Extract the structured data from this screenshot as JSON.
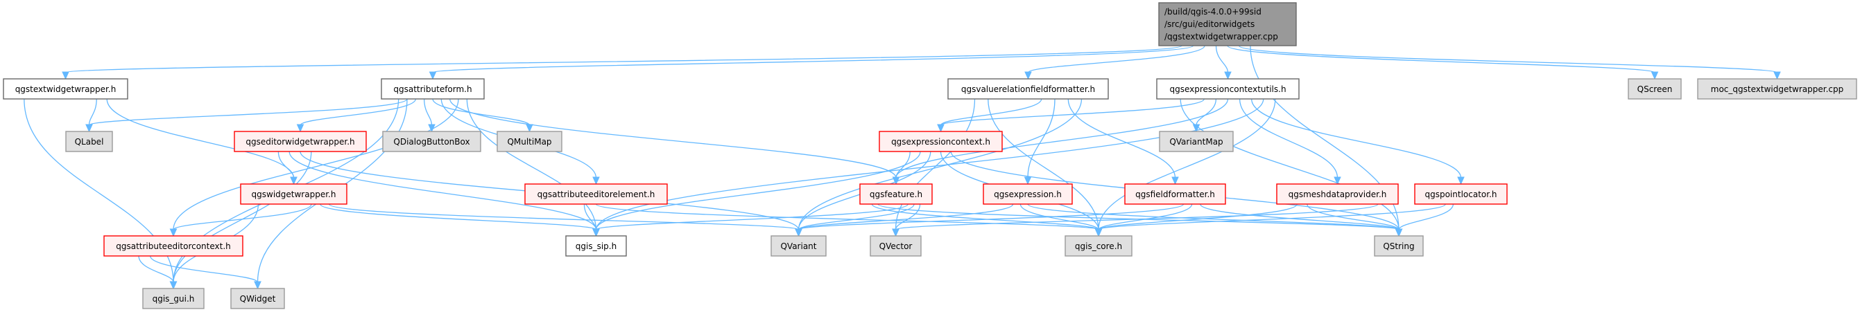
{
  "title": "Include dependency graph for qgstextwidgetwrapper.cpp",
  "colors": {
    "edge": "#63b8ff",
    "root_fill": "#999999",
    "red_border": "#ff0000",
    "red_fill": "#fff0f0",
    "ext_fill": "#e0e0e0",
    "doc_fill": "#ffffff"
  },
  "nodes": {
    "root": {
      "lines": [
        "/build/qgis-4.0.0+99sid",
        "/src/gui/editorwidgets",
        "/qgstextwidgetwrapper.cpp"
      ],
      "kind": "root"
    },
    "qgstextwidgetwrapper_h": {
      "label": "qgstextwidgetwrapper.h",
      "kind": "doc"
    },
    "qgsattributeform_h": {
      "label": "qgsattributeform.h",
      "kind": "doc"
    },
    "qgsvaluerelationfieldformatter_h": {
      "label": "qgsvaluerelationfieldformatter.h",
      "kind": "doc"
    },
    "qgsexpressioncontextutils_h": {
      "label": "qgsexpressioncontextutils.h",
      "kind": "doc"
    },
    "QScreen": {
      "label": "QScreen",
      "kind": "ext"
    },
    "moc_qgstextwidgetwrapper_cpp": {
      "label": "moc_qgstextwidgetwrapper.cpp",
      "kind": "ext"
    },
    "QLabel": {
      "label": "QLabel",
      "kind": "ext"
    },
    "qgseditorwidgetwrapper_h": {
      "label": "qgseditorwidgetwrapper.h",
      "kind": "red"
    },
    "QDialogButtonBox": {
      "label": "QDialogButtonBox",
      "kind": "ext"
    },
    "QMultiMap": {
      "label": "QMultiMap",
      "kind": "ext"
    },
    "qgsexpressioncontext_h": {
      "label": "qgsexpressioncontext.h",
      "kind": "red"
    },
    "QVariantMap": {
      "label": "QVariantMap",
      "kind": "ext"
    },
    "qgswidgetwrapper_h": {
      "label": "qgswidgetwrapper.h",
      "kind": "red"
    },
    "qgsattributeeditorelement_h": {
      "label": "qgsattributeeditorelement.h",
      "kind": "red"
    },
    "qgsfeature_h": {
      "label": "qgsfeature.h",
      "kind": "red"
    },
    "qgsexpression_h": {
      "label": "qgsexpression.h",
      "kind": "red"
    },
    "qgsfieldformatter_h": {
      "label": "qgsfieldformatter.h",
      "kind": "red"
    },
    "qgsmeshdataprovider_h": {
      "label": "qgsmeshdataprovider.h",
      "kind": "red"
    },
    "qgspointlocator_h": {
      "label": "qgspointlocator.h",
      "kind": "red"
    },
    "qgsattributeeditorcontext_h": {
      "label": "qgsattributeeditorcontext.h",
      "kind": "red"
    },
    "qgis_sip_h": {
      "label": "qgis_sip.h",
      "kind": "doc"
    },
    "QVariant": {
      "label": "QVariant",
      "kind": "ext"
    },
    "QVector": {
      "label": "QVector",
      "kind": "ext"
    },
    "qgis_core_h": {
      "label": "qgis_core.h",
      "kind": "ext"
    },
    "QString": {
      "label": "QString",
      "kind": "ext"
    },
    "qgis_gui_h": {
      "label": "qgis_gui.h",
      "kind": "ext"
    },
    "QWidget": {
      "label": "QWidget",
      "kind": "ext"
    }
  },
  "edges": [
    [
      "root",
      "qgstextwidgetwrapper_h"
    ],
    [
      "root",
      "qgsattributeform_h"
    ],
    [
      "root",
      "qgsvaluerelationfieldformatter_h"
    ],
    [
      "root",
      "qgsexpressioncontextutils_h"
    ],
    [
      "root",
      "QScreen"
    ],
    [
      "root",
      "moc_qgstextwidgetwrapper_cpp"
    ],
    [
      "root",
      "QString"
    ],
    [
      "qgstextwidgetwrapper_h",
      "QLabel"
    ],
    [
      "qgstextwidgetwrapper_h",
      "qgswidgetwrapper_h"
    ],
    [
      "qgstextwidgetwrapper_h",
      "qgis_gui_h"
    ],
    [
      "qgsattributeform_h",
      "QLabel"
    ],
    [
      "qgsattributeform_h",
      "qgseditorwidgetwrapper_h"
    ],
    [
      "qgsattributeform_h",
      "QDialogButtonBox"
    ],
    [
      "qgsattributeform_h",
      "QMultiMap"
    ],
    [
      "qgsattributeform_h",
      "qgsattributeeditorelement_h"
    ],
    [
      "qgsattributeform_h",
      "qgsfeature_h"
    ],
    [
      "qgsattributeform_h",
      "qgsattributeeditorcontext_h"
    ],
    [
      "qgsattributeform_h",
      "qgis_sip_h"
    ],
    [
      "qgsattributeform_h",
      "qgis_gui_h"
    ],
    [
      "qgsattributeform_h",
      "QWidget"
    ],
    [
      "qgseditorwidgetwrapper_h",
      "qgswidgetwrapper_h"
    ],
    [
      "qgseditorwidgetwrapper_h",
      "qgis_sip_h"
    ],
    [
      "qgseditorwidgetwrapper_h",
      "QVariant"
    ],
    [
      "qgseditorwidgetwrapper_h",
      "qgis_gui_h"
    ],
    [
      "qgswidgetwrapper_h",
      "qgsattributeeditorcontext_h"
    ],
    [
      "qgswidgetwrapper_h",
      "qgis_sip_h"
    ],
    [
      "qgswidgetwrapper_h",
      "QVariant"
    ],
    [
      "qgswidgetwrapper_h",
      "qgis_gui_h"
    ],
    [
      "qgsattributeeditorcontext_h",
      "qgis_gui_h"
    ],
    [
      "qgsattributeeditorcontext_h",
      "QWidget"
    ],
    [
      "qgsattributeeditorelement_h",
      "qgis_sip_h"
    ],
    [
      "qgsattributeeditorelement_h",
      "qgis_core_h"
    ],
    [
      "qgsvaluerelationfieldformatter_h",
      "qgsexpressioncontext_h"
    ],
    [
      "qgsvaluerelationfieldformatter_h",
      "qgsexpression_h"
    ],
    [
      "qgsvaluerelationfieldformatter_h",
      "qgsfieldformatter_h"
    ],
    [
      "qgsvaluerelationfieldformatter_h",
      "QVariant"
    ],
    [
      "qgsvaluerelationfieldformatter_h",
      "QVector"
    ],
    [
      "qgsvaluerelationfieldformatter_h",
      "qgis_core_h"
    ],
    [
      "qgsexpressioncontextutils_h",
      "qgsexpressioncontext_h"
    ],
    [
      "qgsexpressioncontextutils_h",
      "QVariantMap"
    ],
    [
      "qgsexpressioncontextutils_h",
      "qgsfeature_h"
    ],
    [
      "qgsexpressioncontextutils_h",
      "qgsmeshdataprovider_h"
    ],
    [
      "qgsexpressioncontextutils_h",
      "qgspointlocator_h"
    ],
    [
      "qgsexpressioncontextutils_h",
      "qgis_sip_h"
    ],
    [
      "qgsexpressioncontextutils_h",
      "qgis_core_h"
    ],
    [
      "qgsexpressioncontextutils_h",
      "QString"
    ],
    [
      "qgsexpressioncontext_h",
      "qgsfeature_h"
    ],
    [
      "qgsexpressioncontext_h",
      "qgis_sip_h"
    ],
    [
      "qgsexpressioncontext_h",
      "QVariant"
    ],
    [
      "qgsexpressioncontext_h",
      "qgis_core_h"
    ],
    [
      "qgsexpressioncontext_h",
      "QString"
    ],
    [
      "qgsfeature_h",
      "qgis_sip_h"
    ],
    [
      "qgsfeature_h",
      "QVariant"
    ],
    [
      "qgsfeature_h",
      "QVector"
    ],
    [
      "qgsfeature_h",
      "qgis_core_h"
    ],
    [
      "qgsfeature_h",
      "QString"
    ],
    [
      "qgsexpression_h",
      "QVariant"
    ],
    [
      "qgsexpression_h",
      "qgis_core_h"
    ],
    [
      "qgsexpression_h",
      "QString"
    ],
    [
      "qgsfieldformatter_h",
      "QVariant"
    ],
    [
      "qgsfieldformatter_h",
      "qgis_core_h"
    ],
    [
      "qgsfieldformatter_h",
      "QString"
    ],
    [
      "qgsmeshdataprovider_h",
      "QVector"
    ],
    [
      "qgsmeshdataprovider_h",
      "qgis_core_h"
    ],
    [
      "qgsmeshdataprovider_h",
      "QString"
    ],
    [
      "qgspointlocator_h",
      "qgis_core_h"
    ],
    [
      "qgspointlocator_h",
      "QString"
    ]
  ]
}
